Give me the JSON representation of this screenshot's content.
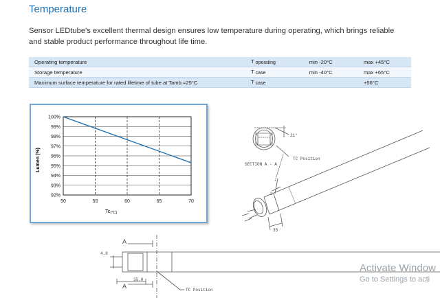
{
  "heading": "Temperature",
  "intro": "Sensor LEDtube's excellent thermal design ensures low temperature during operating, which brings reliable and stable product performance throughout life time.",
  "spec_table": [
    {
      "param": "Operating temperature",
      "sym": "T",
      "sub": "operating",
      "min": "min -20°C",
      "max": "max +45°C"
    },
    {
      "param": "Storage temperature",
      "sym": "T",
      "sub": "case",
      "min": "min -40°C",
      "max": "max +65°C"
    },
    {
      "param": "Maximum surface temperature for rated lifetime of tube at Tamb.=25°C",
      "sym": "T",
      "sub": "case",
      "min": "",
      "max": "+56°C"
    }
  ],
  "chart_data": {
    "type": "line",
    "x_ticks": [
      "50",
      "55",
      "60",
      "65",
      "70"
    ],
    "y_ticks": [
      "100%",
      "99%",
      "98%",
      "97%",
      "96%",
      "95%",
      "94%",
      "93%",
      "92%"
    ],
    "xlabel_main": "Tc",
    "xlabel_unit": "(°C)",
    "ylabel": "Lumen (%)",
    "xlim": [
      50,
      70
    ],
    "ylim": [
      92,
      100
    ],
    "grid": true,
    "series": [
      {
        "x": [
          50,
          70
        ],
        "y": [
          100,
          95.3
        ]
      }
    ],
    "color": "#1f6fb0"
  },
  "drawing": {
    "angle": "21°",
    "section_label": "SECTION A - A",
    "tc_position_top": "TC Position",
    "dim_35": "35",
    "dim_2": "2",
    "marker_a": "A",
    "dim_48": "4.8",
    "dim_350": "35.0",
    "tc_position_bottom": "TC Position"
  },
  "watermark": {
    "line1": "Activate Window",
    "line2": "Go to Settings to acti"
  }
}
